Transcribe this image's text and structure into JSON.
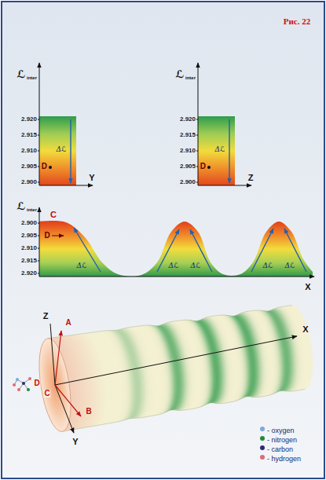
{
  "diagram": {
    "title": "Рис. 22",
    "labels": [
      "ℒ",
      "inter",
      "2.920",
      "2.915",
      "2.910",
      "2.905",
      "2.900",
      "D",
      "Δℒ",
      "Y",
      "ℒ",
      "inter",
      "2.920",
      "2.915",
      "2.910",
      "2.905",
      "2.900",
      "D",
      "Δℒ",
      "Z",
      "ℒ",
      "inter",
      "C",
      "D",
      "2.900",
      "2.905",
      "2.910",
      "2.915",
      "2.920",
      "Δℒ",
      "Δℒ",
      "Δℒ",
      "Δℒ",
      "Δℒ",
      "X",
      "Z",
      "A",
      "X",
      "D",
      "C",
      "B",
      "Y"
    ],
    "legend": [
      {
        "text": "- oxygen",
        "color": "#7fa8d8"
      },
      {
        "text": "- nitrogen",
        "color": "#1f8a3a"
      },
      {
        "text": "- carbon",
        "color": "#2b2b7a"
      },
      {
        "text": "- hydrogen",
        "color": "#e06a7a"
      }
    ]
  }
}
